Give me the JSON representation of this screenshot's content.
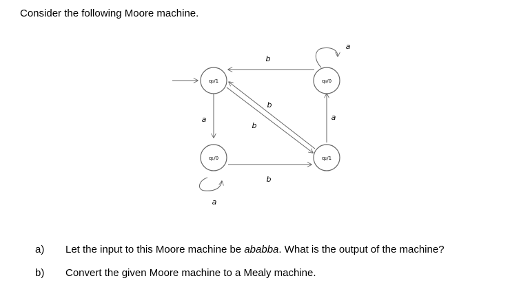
{
  "intro": "Consider the following Moore machine.",
  "diagram": {
    "states": [
      {
        "id": "q0",
        "label": "q₀/1"
      },
      {
        "id": "q1",
        "label": "q₁/0"
      },
      {
        "id": "q2",
        "label": "q₂/1"
      },
      {
        "id": "q3",
        "label": "q₃/0"
      }
    ],
    "edge_labels": {
      "q3_to_q0": "b",
      "q2_to_q0": "b",
      "q0_to_q2": "b",
      "q0_to_q1": "a",
      "q2_to_q3": "a",
      "q1_to_q2": "b",
      "q1_loop": "a",
      "q3_loop": "a"
    }
  },
  "questions": [
    {
      "label": "a)",
      "text_before": "Let the input to this Moore machine be ",
      "emphasis": "ababba",
      "text_after": ". What is the output of the machine?"
    },
    {
      "label": "b)",
      "text_before": "Convert the given Moore machine to a Mealy machine.",
      "emphasis": "",
      "text_after": ""
    }
  ]
}
